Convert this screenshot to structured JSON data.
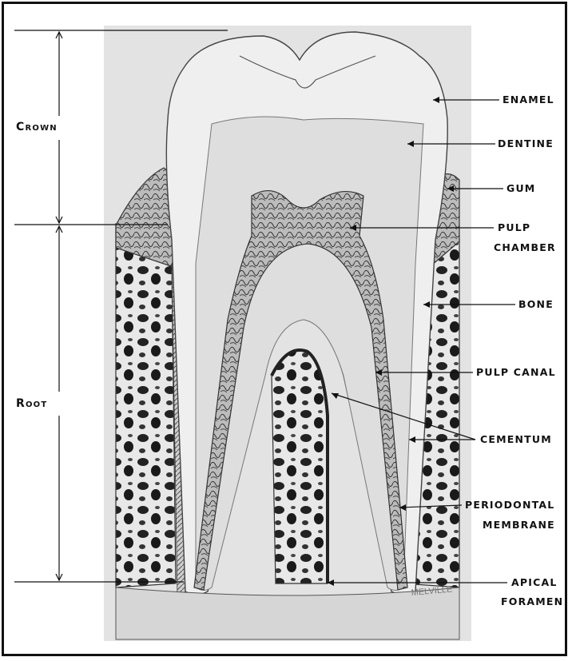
{
  "section_labels": {
    "crown": "Crown",
    "root": "Root"
  },
  "labels": {
    "enamel": "ENAMEL",
    "dentine": "DENTINE",
    "gum": "GUM",
    "pulp_chamber_line1": "PULP",
    "pulp_chamber_line2": "CHAMBER",
    "bone": "BONE",
    "pulp_canal": "PULP CANAL",
    "cementum": "CEMENTUM",
    "periodontal_line1": "PERIODONTAL",
    "periodontal_line2": "MEMBRANE",
    "apical_line1": "APICAL",
    "apical_line2": "FORAMEN"
  },
  "signature": "MELVILLE"
}
